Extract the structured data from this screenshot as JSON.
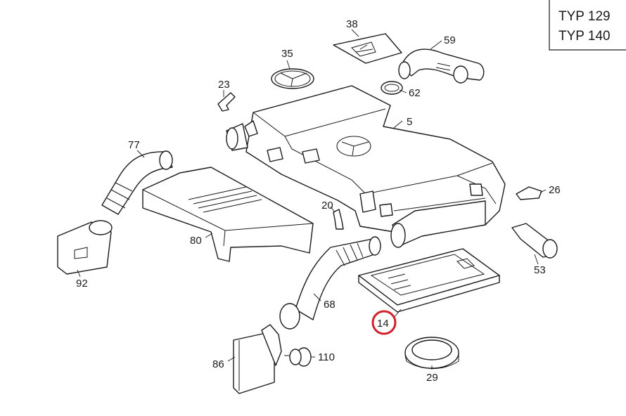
{
  "models": [
    "TYP 129",
    "TYP 140"
  ],
  "highlight_color": "#d21f2a",
  "labels": {
    "p38": "38",
    "p35": "35",
    "p59": "59",
    "p62": "62",
    "p23": "23",
    "p5": "5",
    "p77": "77",
    "p26": "26",
    "p20": "20",
    "p80": "80",
    "p53": "53",
    "p92": "92",
    "p68": "68",
    "p14": "14",
    "p110": "110",
    "p86": "86",
    "p29": "29"
  },
  "highlighted_part": "14"
}
